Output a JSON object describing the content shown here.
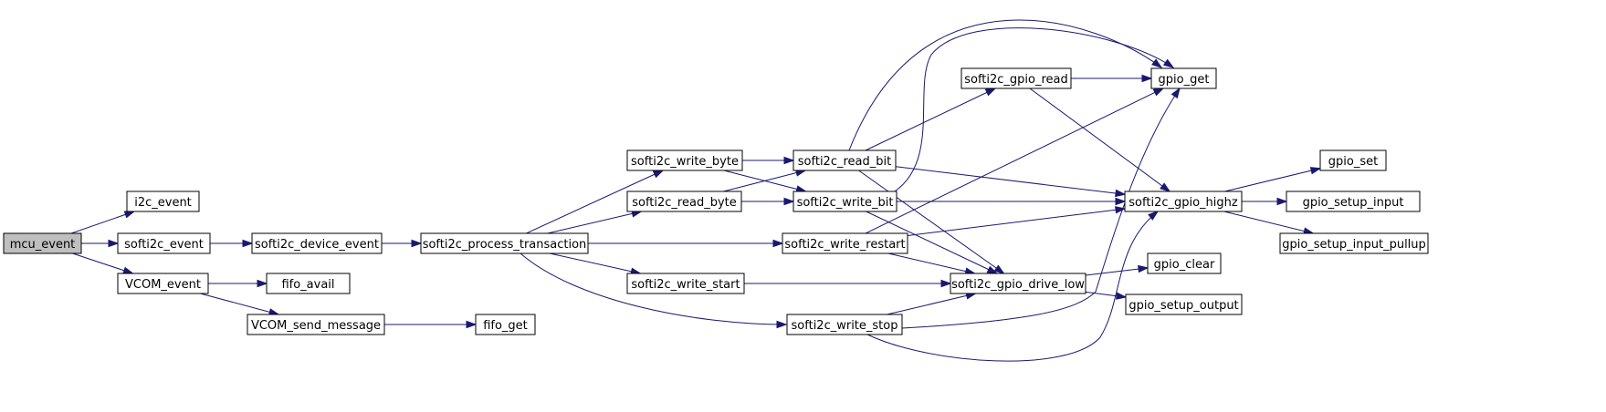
{
  "colors": {
    "edge": "#191970",
    "node_border": "#000000",
    "root_fill": "#bfbfbf",
    "node_fill": "#ffffff"
  },
  "nodes": [
    {
      "id": "mcu_event",
      "label": "mcu_event",
      "root": true
    },
    {
      "id": "i2c_event",
      "label": "i2c_event"
    },
    {
      "id": "softi2c_event",
      "label": "softi2c_event"
    },
    {
      "id": "VCOM_event",
      "label": "VCOM_event"
    },
    {
      "id": "softi2c_device_event",
      "label": "softi2c_device_event"
    },
    {
      "id": "fifo_avail",
      "label": "fifo_avail"
    },
    {
      "id": "VCOM_send_message",
      "label": "VCOM_send_message"
    },
    {
      "id": "fifo_get",
      "label": "fifo_get"
    },
    {
      "id": "softi2c_process_transaction",
      "label": "softi2c_process_transaction"
    },
    {
      "id": "softi2c_write_byte",
      "label": "softi2c_write_byte"
    },
    {
      "id": "softi2c_read_byte",
      "label": "softi2c_read_byte"
    },
    {
      "id": "softi2c_write_start",
      "label": "softi2c_write_start"
    },
    {
      "id": "softi2c_read_bit",
      "label": "softi2c_read_bit"
    },
    {
      "id": "softi2c_write_bit",
      "label": "softi2c_write_bit"
    },
    {
      "id": "softi2c_write_restart",
      "label": "softi2c_write_restart"
    },
    {
      "id": "softi2c_write_stop",
      "label": "softi2c_write_stop"
    },
    {
      "id": "softi2c_gpio_read",
      "label": "softi2c_gpio_read"
    },
    {
      "id": "softi2c_gpio_drive_low",
      "label": "softi2c_gpio_drive_low"
    },
    {
      "id": "gpio_get",
      "label": "gpio_get"
    },
    {
      "id": "softi2c_gpio_highz",
      "label": "softi2c_gpio_highz"
    },
    {
      "id": "gpio_clear",
      "label": "gpio_clear"
    },
    {
      "id": "gpio_setup_output",
      "label": "gpio_setup_output"
    },
    {
      "id": "gpio_set",
      "label": "gpio_set"
    },
    {
      "id": "gpio_setup_input",
      "label": "gpio_setup_input"
    },
    {
      "id": "gpio_setup_input_pullup",
      "label": "gpio_setup_input_pullup"
    }
  ],
  "edges": [
    [
      "mcu_event",
      "i2c_event"
    ],
    [
      "mcu_event",
      "softi2c_event"
    ],
    [
      "mcu_event",
      "VCOM_event"
    ],
    [
      "softi2c_event",
      "softi2c_device_event"
    ],
    [
      "VCOM_event",
      "fifo_avail"
    ],
    [
      "VCOM_event",
      "VCOM_send_message"
    ],
    [
      "VCOM_send_message",
      "fifo_get"
    ],
    [
      "softi2c_device_event",
      "softi2c_process_transaction"
    ],
    [
      "softi2c_process_transaction",
      "softi2c_write_byte"
    ],
    [
      "softi2c_process_transaction",
      "softi2c_read_byte"
    ],
    [
      "softi2c_process_transaction",
      "softi2c_write_restart"
    ],
    [
      "softi2c_process_transaction",
      "softi2c_write_start"
    ],
    [
      "softi2c_process_transaction",
      "softi2c_write_stop"
    ],
    [
      "softi2c_write_byte",
      "softi2c_read_bit"
    ],
    [
      "softi2c_write_byte",
      "softi2c_write_bit"
    ],
    [
      "softi2c_read_byte",
      "softi2c_read_bit"
    ],
    [
      "softi2c_read_byte",
      "softi2c_write_bit"
    ],
    [
      "softi2c_read_bit",
      "softi2c_gpio_read"
    ],
    [
      "softi2c_read_bit",
      "gpio_get"
    ],
    [
      "softi2c_read_bit",
      "softi2c_gpio_highz"
    ],
    [
      "softi2c_read_bit",
      "softi2c_gpio_drive_low"
    ],
    [
      "softi2c_write_bit",
      "gpio_get"
    ],
    [
      "softi2c_write_bit",
      "softi2c_gpio_highz"
    ],
    [
      "softi2c_write_bit",
      "softi2c_gpio_drive_low"
    ],
    [
      "softi2c_write_restart",
      "gpio_get"
    ],
    [
      "softi2c_write_restart",
      "softi2c_gpio_highz"
    ],
    [
      "softi2c_write_restart",
      "softi2c_gpio_drive_low"
    ],
    [
      "softi2c_write_start",
      "softi2c_gpio_drive_low"
    ],
    [
      "softi2c_write_stop",
      "softi2c_gpio_drive_low"
    ],
    [
      "softi2c_write_stop",
      "gpio_get"
    ],
    [
      "softi2c_write_stop",
      "softi2c_gpio_highz"
    ],
    [
      "softi2c_gpio_read",
      "gpio_get"
    ],
    [
      "softi2c_gpio_read",
      "softi2c_gpio_highz"
    ],
    [
      "softi2c_gpio_drive_low",
      "gpio_clear"
    ],
    [
      "softi2c_gpio_drive_low",
      "gpio_setup_output"
    ],
    [
      "softi2c_gpio_highz",
      "gpio_set"
    ],
    [
      "softi2c_gpio_highz",
      "gpio_setup_input"
    ],
    [
      "softi2c_gpio_highz",
      "gpio_setup_input_pullup"
    ]
  ]
}
